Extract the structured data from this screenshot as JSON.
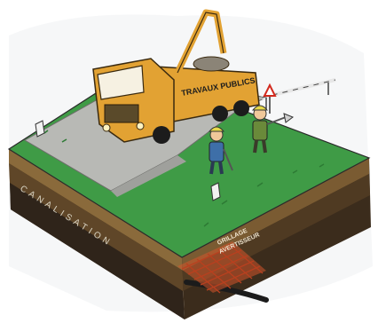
{
  "illustration": {
    "truck_side_text": "TRAVAUX PUBLICS",
    "pipe_label": "CANALISATION",
    "mesh_label_line1": "GRILLAGE",
    "mesh_label_line2": "AVERTISSEUR"
  },
  "colors": {
    "background": "#ffffff",
    "grass": "#3f9b46",
    "road": "#b8b9b5",
    "soil_top": "#8a6a3b",
    "soil_mid": "#5a4226",
    "soil_dark": "#2f241a",
    "truck": "#e2a233",
    "mesh": "#d2552c",
    "pipe": "#1b1b1b",
    "sky_wash": "#e8ecee"
  }
}
